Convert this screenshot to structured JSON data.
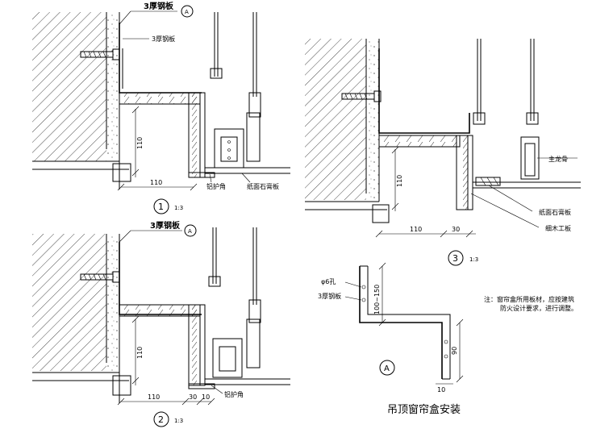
{
  "title": "吊顶窗帘盒安装",
  "details": [
    {
      "number": "1",
      "scale": "1:3",
      "callouts": {
        "plate_ref": "3厚钢板",
        "plate_ref_tag": "A",
        "plate": "3厚钢板",
        "corner": "铝护角",
        "gypsum": "纸面石膏板"
      },
      "dims": {
        "height": "110",
        "width": "110"
      }
    },
    {
      "number": "2",
      "scale": "1:3",
      "callouts": {
        "plate_ref": "3厚钢板",
        "plate_ref_tag": "A",
        "corner": "铝护角"
      },
      "dims": {
        "height": "110",
        "width": "110",
        "gap": "30",
        "edge": "10"
      }
    },
    {
      "number": "3",
      "scale": "1:3",
      "callouts": {
        "main_keel": "主龙骨",
        "gypsum": "纸面石膏板",
        "wood_board": "细木工板"
      },
      "dims": {
        "height": "110",
        "width": "110",
        "gap": "30"
      }
    }
  ],
  "detail_a": {
    "tag": "A",
    "hole": "φ6孔",
    "plate": "3厚钢板",
    "dim_upper": "100~150",
    "dim_lower": "90",
    "dim_bottom": "10"
  },
  "note": {
    "line1": "注：窗帘盒所用板材，应按建筑",
    "line2": "防火设计要求，进行调整。"
  }
}
